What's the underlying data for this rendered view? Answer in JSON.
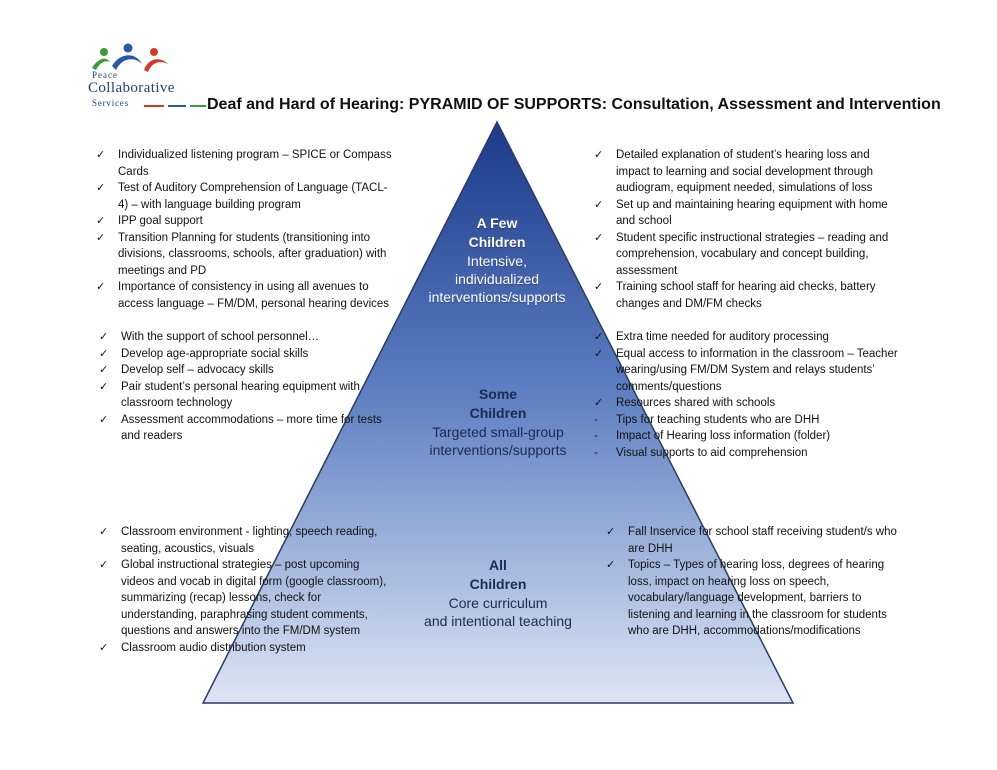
{
  "logo": {
    "line1": "Peace",
    "line2": "Collaborative",
    "line3": "Services",
    "colors": {
      "green": "#3c9a3c",
      "blue": "#2a56a8",
      "red": "#d43a2a"
    }
  },
  "title": "Deaf and Hard of Hearing:  PYRAMID OF SUPPORTS: Consultation, Assessment and Intervention",
  "pyramid": {
    "colors": {
      "top": "#1c3a8a",
      "middle": "#5b7cc0",
      "bottom": "#dde6f4",
      "edge": "#2b3a66"
    },
    "tiers": [
      {
        "heading1": "A Few",
        "heading2": "Children",
        "desc1": "Intensive,",
        "desc2": "individualized",
        "desc3": "interventions/supports"
      },
      {
        "heading1": "Some",
        "heading2": "Children",
        "desc1": "Targeted small-group",
        "desc2": "interventions/supports"
      },
      {
        "heading1": "All",
        "heading2": "Children",
        "desc1": "Core curriculum",
        "desc2": "and intentional teaching"
      }
    ]
  },
  "lists": {
    "top_left": [
      {
        "l1": "Individualized listening program – SPICE or Compass",
        "l2": "Cards"
      },
      {
        "l1": "Test of Auditory Comprehension of Language (TACL-",
        "l2": "4) – with language building program"
      },
      {
        "l1": "IPP goal support"
      },
      {
        "l1": "Transition Planning for students (transitioning into",
        "l2": "divisions, classrooms, schools, after graduation) with",
        "l3": "meetings and PD"
      },
      {
        "l1": "Importance of consistency in using all avenues to",
        "l2": "access language – FM/DM, personal hearing devices"
      }
    ],
    "top_right": [
      {
        "l1": "Detailed explanation of student’s hearing loss and",
        "l2": "impact to learning and social development through",
        "l3": "audiogram, equipment needed, simulations of loss"
      },
      {
        "l1": "Set up and maintaining hearing equipment with home",
        "l2": "and school"
      },
      {
        "l1": "Student specific instructional strategies – reading and",
        "l2": "comprehension, vocabulary and concept building,",
        "l3": "assessment"
      },
      {
        "l1": "Training school staff for hearing aid checks, battery",
        "l2": "changes and DM/FM checks"
      }
    ],
    "middle_left": [
      {
        "l1": "With the support of school personnel…"
      },
      {
        "l1": "Develop age-appropriate social skills"
      },
      {
        "l1": "Develop self – advocacy skills"
      },
      {
        "l1": "Pair student’s personal hearing equipment with",
        "l2": "classroom technology"
      },
      {
        "l1": "Assessment accommodations – more time for tests",
        "l2": "and readers"
      }
    ],
    "middle_right": [
      {
        "l1": "Extra time needed for auditory processing"
      },
      {
        "l1": "Equal access to information in the classroom – Teacher",
        "l2": "wearing/using FM/DM System and relays students’",
        "l3": "comments/questions"
      },
      {
        "l1": "Resources shared with schools"
      }
    ],
    "middle_right_sub": [
      "Tips for teaching students who are DHH",
      "Impact of Hearing loss information (folder)",
      "Visual supports to aid comprehension"
    ],
    "bottom_left": [
      {
        "l1": "Classroom environment - lighting, speech reading,",
        "l2": "seating, acoustics, visuals"
      },
      {
        "l1": "Global instructional strategies – post upcoming",
        "l2": "videos and vocab in digital form (google classroom),",
        "l3": "summarizing (recap) lessons, check for",
        "l4": "understanding, paraphrasing student comments,",
        "l5": "questions and answers into the FM/DM system"
      },
      {
        "l1": "Classroom audio distribution system"
      }
    ],
    "bottom_right": [
      {
        "l1": "Fall Inservice for school staff receiving student/s who",
        "l2": "are DHH"
      },
      {
        "l1": "Topics – Types of hearing loss, degrees of hearing",
        "l2": "loss, impact on hearing loss on speech,",
        "l3": "vocabulary/language development, barriers to",
        "l4": "listening and learning in the classroom for students",
        "l5": "who are DHH, accommodations/modifications"
      }
    ]
  }
}
